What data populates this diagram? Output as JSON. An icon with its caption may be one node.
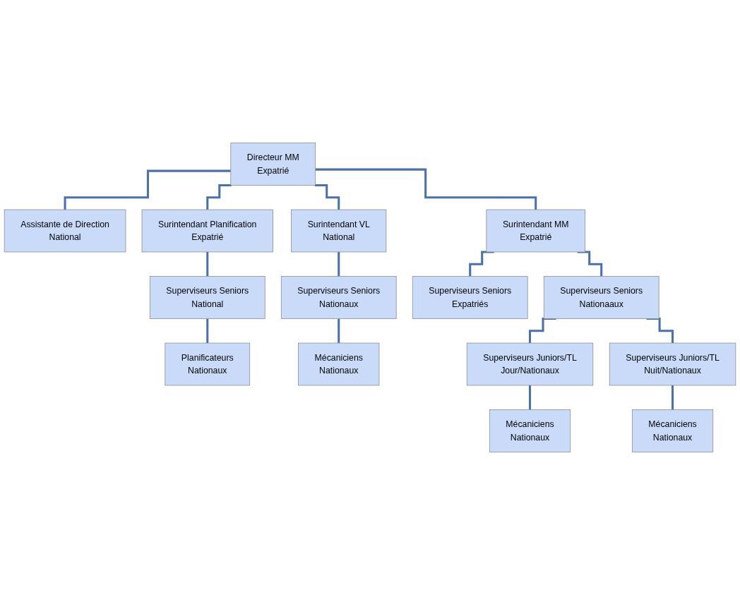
{
  "diagram": {
    "nodes": [
      {
        "text": [
          "Directeur MM",
          "Expatrié"
        ]
      },
      {
        "text": [
          "Assistante de Direction",
          "National"
        ]
      },
      {
        "text": [
          "Surintendant Planification",
          "Expatrié"
        ]
      },
      {
        "text": [
          "Surintendant MM",
          "Expatrié"
        ]
      },
      {
        "text": [
          "Surintendant VL",
          "National"
        ]
      },
      {
        "text": [
          "Superviseurs Seniors",
          "National"
        ]
      },
      {
        "text": [
          "Planificateurs",
          "Nationaux"
        ]
      },
      {
        "text": [
          "Superviseurs Seniors",
          "Nationaaux"
        ]
      },
      {
        "text": [
          "Superviseurs Seniors",
          "Expatriés"
        ]
      },
      {
        "text": [
          "Superviseurs Seniors",
          "Nationaux"
        ]
      },
      {
        "text": [
          "Mécaniciens",
          "Nationaux"
        ]
      },
      {
        "text": [
          "Superviseurs Juniors/TL",
          "Jour/Nationaux"
        ]
      },
      {
        "text": [
          "Superviseurs Juniors/TL",
          "Nuit/Nationaux"
        ]
      },
      {
        "text": [
          "Mécaniciens",
          "Nationaux"
        ]
      },
      {
        "text": [
          "Mécaniciens",
          "Nationaux"
        ]
      }
    ],
    "edges": [
      {
        "from": 0,
        "to": 1,
        "arrow": "none"
      },
      {
        "from": 0,
        "to": 2,
        "arrow": "none"
      },
      {
        "from": 0,
        "to": 3,
        "arrow": "none"
      },
      {
        "from": 0,
        "to": 4,
        "arrow": "none"
      },
      {
        "from": 2,
        "to": 5,
        "arrow": "none"
      },
      {
        "from": 5,
        "to": 6,
        "arrow": "none"
      },
      {
        "from": 3,
        "to": 7,
        "arrow": "none"
      },
      {
        "from": 3,
        "to": 8,
        "arrow": "none"
      },
      {
        "from": 4,
        "to": 9,
        "arrow": "none"
      },
      {
        "from": 9,
        "to": 10,
        "arrow": "none"
      },
      {
        "from": 7,
        "to": 11,
        "arrow": "none"
      },
      {
        "from": 7,
        "to": 12,
        "arrow": "none"
      },
      {
        "from": 11,
        "to": 13,
        "arrow": "none"
      },
      {
        "from": 12,
        "to": 14,
        "arrow": "none"
      }
    ]
  }
}
